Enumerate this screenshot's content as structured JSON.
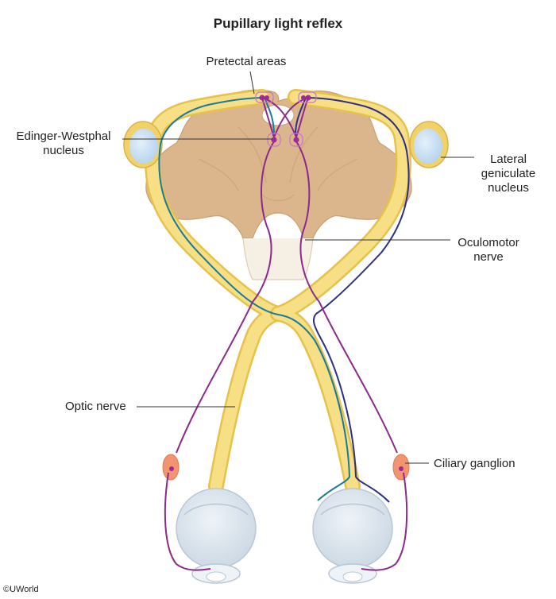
{
  "title": "Pupillary light reflex",
  "labels": {
    "pretectal": "Pretectal areas",
    "ew_line1": "Edinger-Westphal",
    "ew_line2": "nucleus",
    "lgn_line1": "Lateral",
    "lgn_line2": "geniculate",
    "lgn_line3": "nucleus",
    "ocm_line1": "Oculomotor",
    "ocm_line2": "nerve",
    "optic": "Optic nerve",
    "ciliary": "Ciliary ganglion"
  },
  "copyright": "©UWorld",
  "colors": {
    "brainstem": "#d9b48a",
    "optic_nerve": "#f3d66e",
    "lgn": "#cfe4f6",
    "efferent": "#8b2a8a",
    "afferent_teal": "#1a7a9a",
    "afferent_navy": "#2d2f86",
    "ganglion": "#f08a6a",
    "eye": "#dfe9f1"
  }
}
